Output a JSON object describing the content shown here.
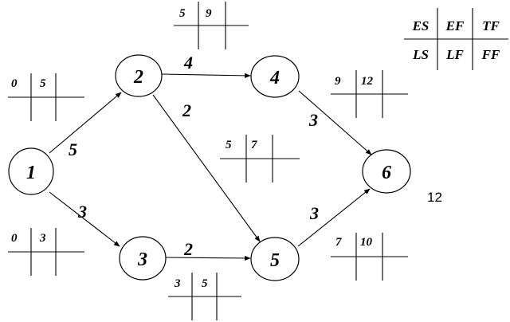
{
  "nodes": [
    {
      "id": "1",
      "label": "1"
    },
    {
      "id": "2",
      "label": "2"
    },
    {
      "id": "3",
      "label": "3"
    },
    {
      "id": "4",
      "label": "4"
    },
    {
      "id": "5",
      "label": "5"
    },
    {
      "id": "6",
      "label": "6"
    }
  ],
  "edges": [
    {
      "from": "1",
      "to": "2",
      "duration": "5"
    },
    {
      "from": "1",
      "to": "3",
      "duration": "3"
    },
    {
      "from": "2",
      "to": "4",
      "duration": "4"
    },
    {
      "from": "2",
      "to": "5",
      "duration": "2"
    },
    {
      "from": "3",
      "to": "5",
      "duration": "2"
    },
    {
      "from": "4",
      "to": "6",
      "duration": "3"
    },
    {
      "from": "5",
      "to": "6",
      "duration": "3"
    }
  ],
  "activity_boxes": {
    "a12": {
      "es": "0",
      "ef": "5"
    },
    "a13": {
      "es": "0",
      "ef": "3"
    },
    "a24": {
      "es": "5",
      "ef": "9"
    },
    "a25": {
      "es": "5",
      "ef": "7"
    },
    "a35": {
      "es": "3",
      "ef": "5"
    },
    "a46": {
      "es": "9",
      "ef": "12"
    },
    "a56": {
      "es": "7",
      "ef": "10"
    }
  },
  "legend": {
    "es": "ES",
    "ef": "EF",
    "tf": "TF",
    "ls": "LS",
    "lf": "LF",
    "ff": "FF"
  },
  "annotation": "12"
}
